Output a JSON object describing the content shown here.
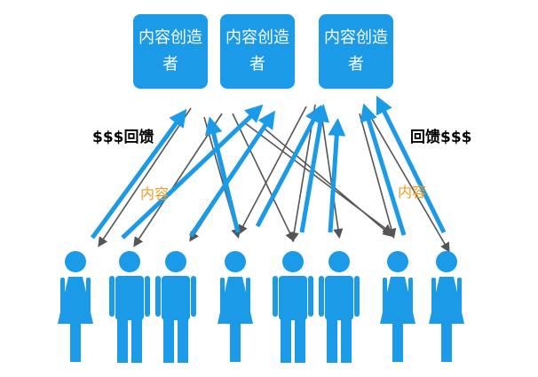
{
  "creators": [
    {
      "label": "内容创造者"
    },
    {
      "label": "内容创造者"
    },
    {
      "label": "内容创造者"
    }
  ],
  "labels": {
    "feedback_left": "$$$回馈",
    "feedback_right": "回馈$$$",
    "content_left": "内容",
    "content_right": "内容"
  },
  "colors": {
    "primary": "#1b9ae8",
    "arrow_gray": "#555555",
    "accent_orange": "#f39b1d"
  },
  "audience": {
    "figures": [
      "female",
      "male",
      "male",
      "female",
      "male",
      "male",
      "female",
      "female"
    ]
  }
}
